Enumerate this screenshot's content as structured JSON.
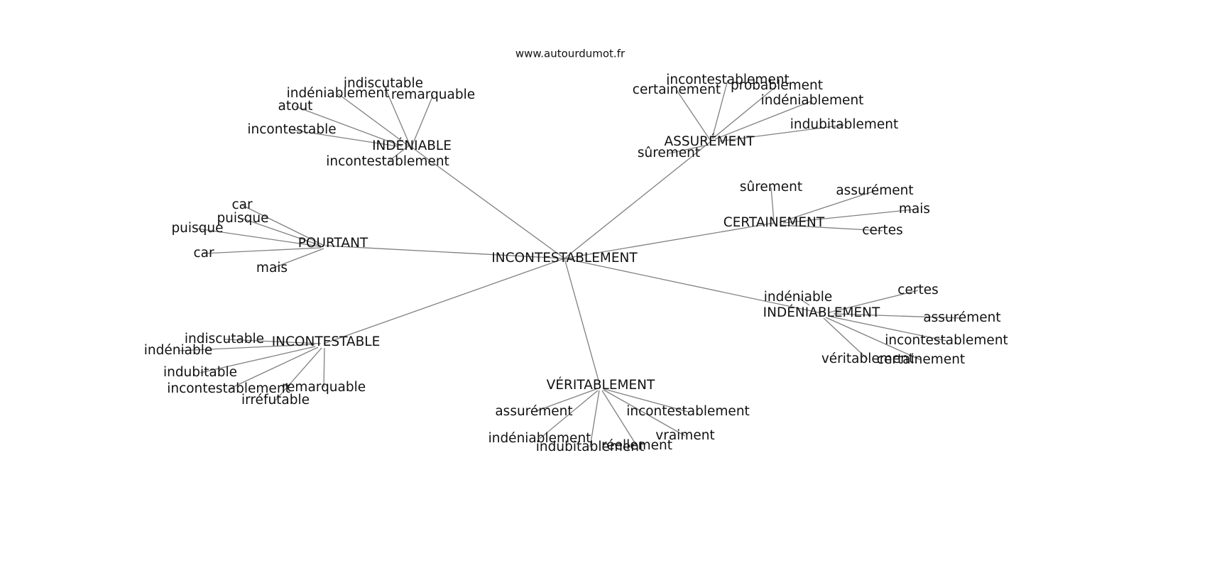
{
  "header": {
    "site": "www.autourdumot.fr"
  },
  "graph": {
    "center": "INCONTESTABLEMENT",
    "clusters": [
      {
        "label": "INDÉNIABLE",
        "words": [
          "indiscutable",
          "indéniablement",
          "remarquable",
          "atout",
          "incontestable",
          "incontestablement"
        ]
      },
      {
        "label": "ASSURÉMENT",
        "words": [
          "incontestablement",
          "certainement",
          "probablement",
          "indéniablement",
          "indubitablement",
          "sûrement"
        ]
      },
      {
        "label": "CERTAINEMENT",
        "words": [
          "sûrement",
          "assurément",
          "mais",
          "certes"
        ]
      },
      {
        "label": "POURTANT",
        "words": [
          "car",
          "puisque",
          "puisque",
          "car",
          "mais"
        ]
      },
      {
        "label": "INDÉNIABLEMENT",
        "words": [
          "indéniable",
          "certes",
          "assurément",
          "incontestablement",
          "véritablement",
          "certainement"
        ]
      },
      {
        "label": "INCONTESTABLE",
        "words": [
          "indiscutable",
          "indéniable",
          "indubitable",
          "incontestablement",
          "remarquable",
          "irréfutable"
        ]
      },
      {
        "label": "VÉRITABLEMENT",
        "words": [
          "assurément",
          "incontestablement",
          "indéniablement",
          "indubitablement",
          "réellement",
          "vraiment"
        ]
      }
    ]
  }
}
